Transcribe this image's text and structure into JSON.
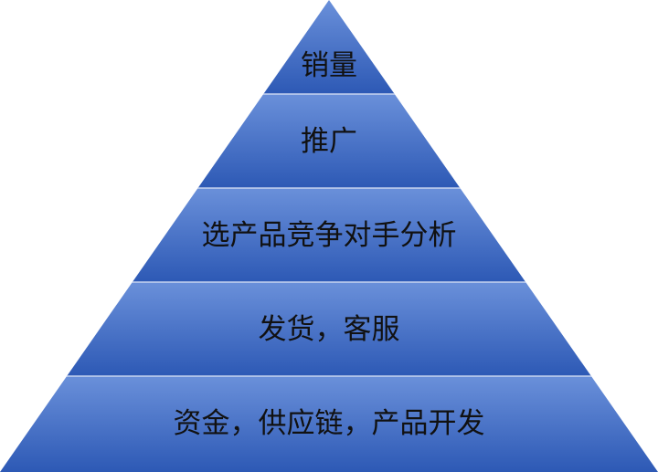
{
  "pyramid": {
    "levels": [
      {
        "label": "销量"
      },
      {
        "label": "推广"
      },
      {
        "label": "选产品竞争对手分析"
      },
      {
        "label": "发货，客服"
      },
      {
        "label": "资金，供应链，产品开发"
      }
    ],
    "colors": {
      "band_top": "#6a90da",
      "band_bottom": "#2d59b5",
      "divider": "#3a66c0"
    }
  }
}
